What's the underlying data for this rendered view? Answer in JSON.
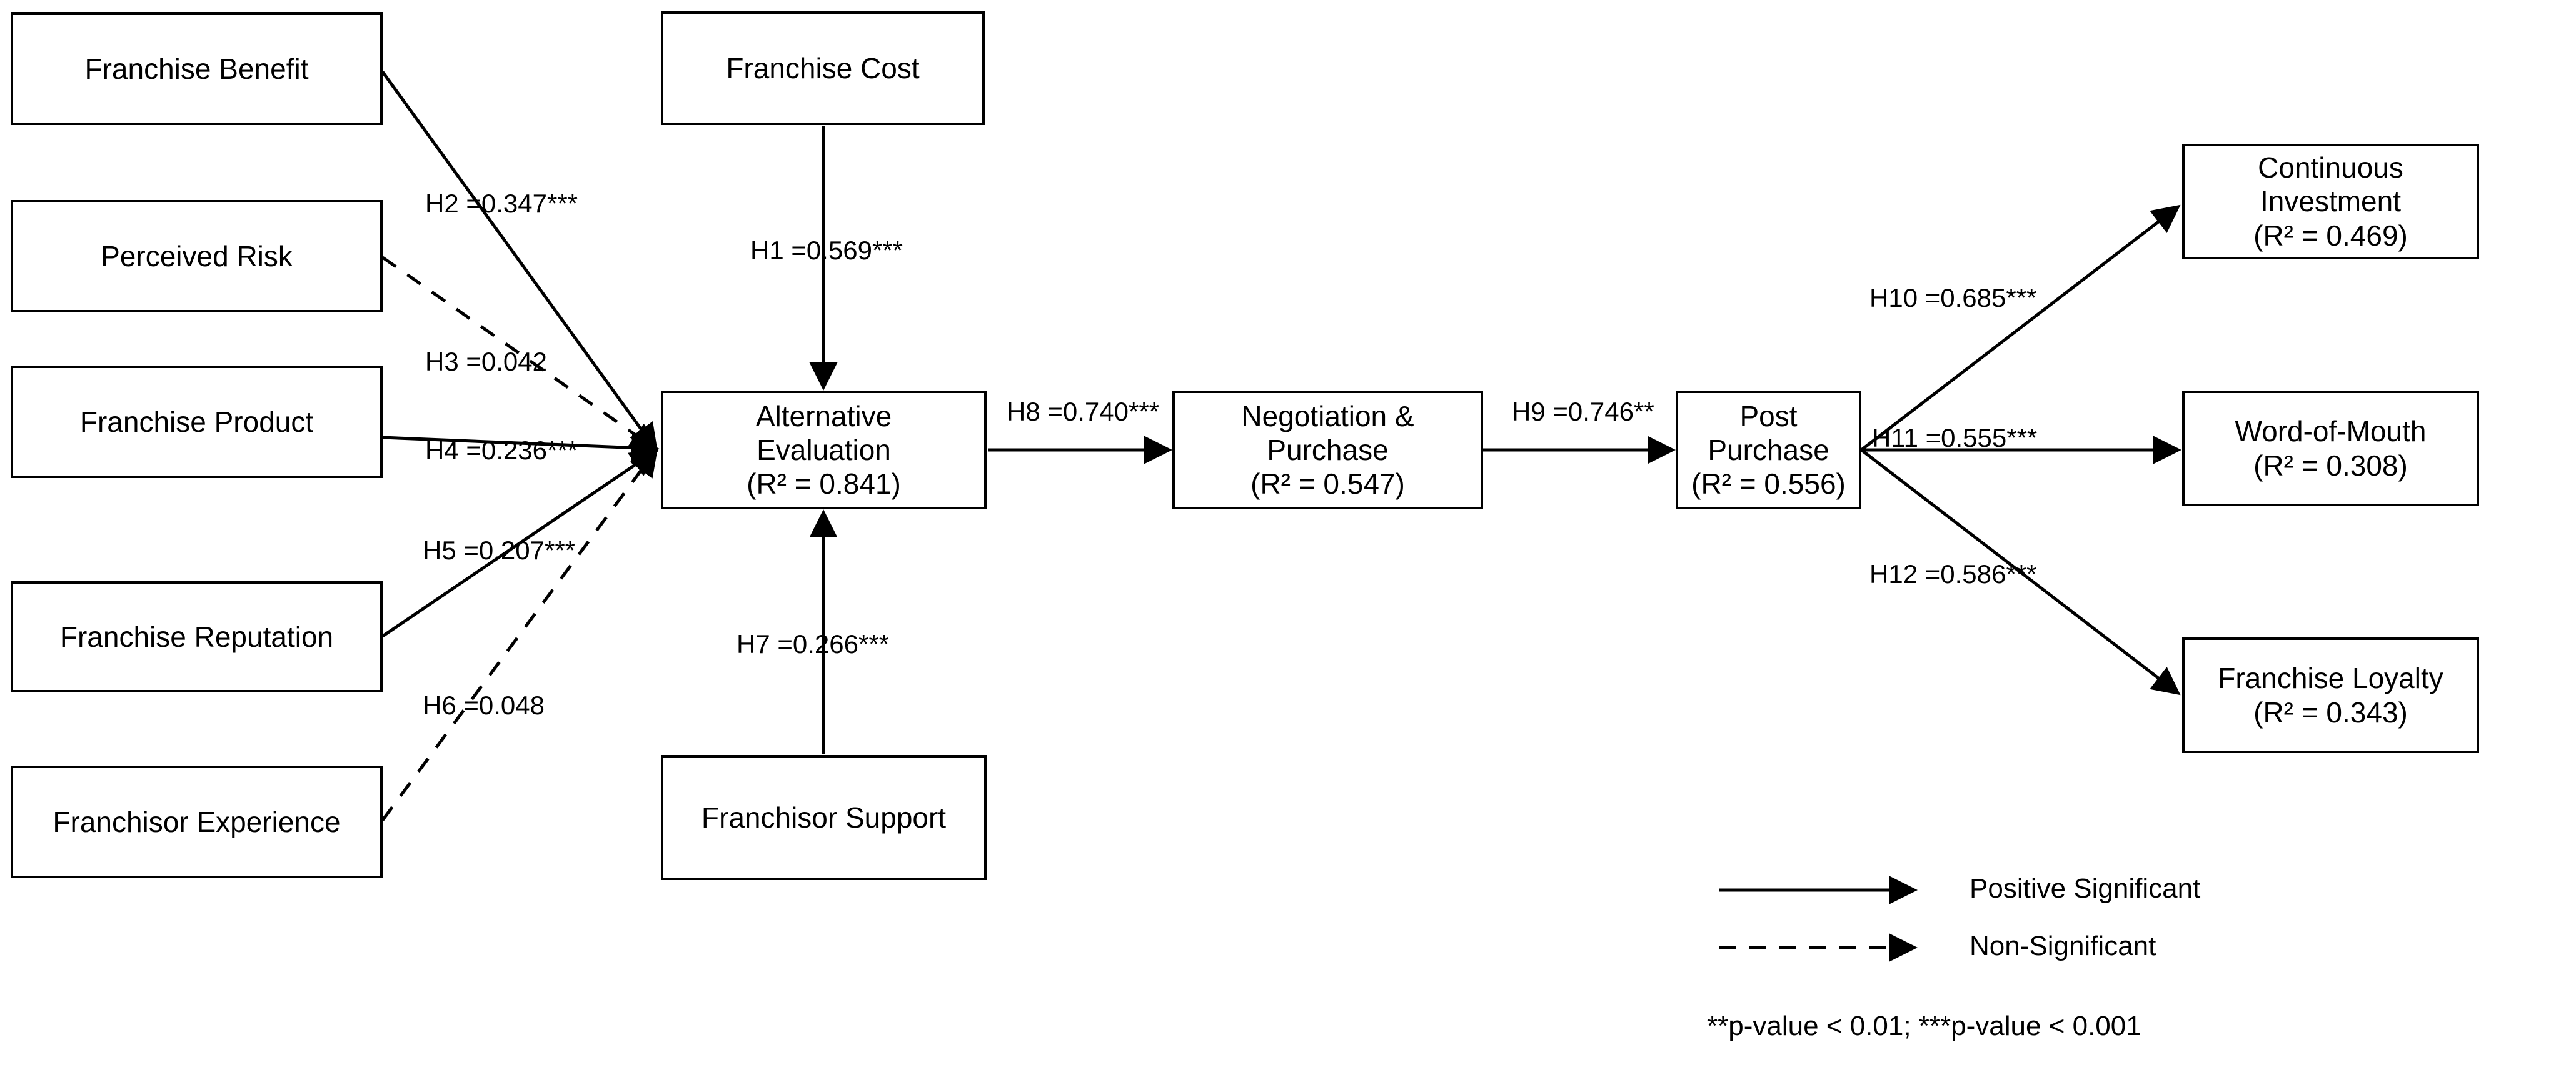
{
  "diagram": {
    "title": "Franchise Structural Model Path Diagram",
    "type": "path-diagram",
    "nodes": {
      "franchise_benefit": {
        "label": "Franchise Benefit"
      },
      "perceived_risk": {
        "label": "Perceived Risk"
      },
      "franchise_product": {
        "label": "Franchise Product"
      },
      "franchise_reputation": {
        "label": "Franchise Reputation"
      },
      "franchisor_experience": {
        "label": "Franchisor Experience"
      },
      "franchise_cost": {
        "label": "Franchise Cost"
      },
      "franchisor_support": {
        "label": "Franchisor Support"
      },
      "alternative_evaluation": {
        "line1": "Alternative",
        "line2": "Evaluation",
        "r2": "(R² = 0.841)"
      },
      "negotiation_purchase": {
        "line1": "Negotiation &",
        "line2": "Purchase",
        "r2": "(R² = 0.547)"
      },
      "post_purchase": {
        "line1": "Post Purchase",
        "line2": "",
        "r2": "(R² = 0.556)"
      },
      "continuous_investment": {
        "line1": "Continuous Investment",
        "line2": "",
        "r2": "(R² = 0.469)"
      },
      "word_of_mouth": {
        "line1": "Word-of-Mouth",
        "line2": "",
        "r2": "(R² = 0.308)"
      },
      "franchise_loyalty": {
        "line1": "Franchise Loyalty",
        "line2": "",
        "r2": "(R² = 0.343)"
      }
    },
    "paths": [
      {
        "id": "H1",
        "label": "H1 =0.569***",
        "from": "franchise_cost",
        "to": "alternative_evaluation",
        "coef": 0.569,
        "sig": "***",
        "style": "solid"
      },
      {
        "id": "H2",
        "label": "H2 =0.347***",
        "from": "franchise_benefit",
        "to": "alternative_evaluation",
        "coef": 0.347,
        "sig": "***",
        "style": "solid"
      },
      {
        "id": "H3",
        "label": "H3 =0.042",
        "from": "perceived_risk",
        "to": "alternative_evaluation",
        "coef": 0.042,
        "sig": "",
        "style": "dashed"
      },
      {
        "id": "H4",
        "label": "H4 =0.236***",
        "from": "franchise_product",
        "to": "alternative_evaluation",
        "coef": 0.236,
        "sig": "***",
        "style": "solid"
      },
      {
        "id": "H5",
        "label": "H5 =0.207***",
        "from": "franchise_reputation",
        "to": "alternative_evaluation",
        "coef": 0.207,
        "sig": "***",
        "style": "solid"
      },
      {
        "id": "H6",
        "label": "H6 =0.048",
        "from": "franchisor_experience",
        "to": "alternative_evaluation",
        "coef": 0.048,
        "sig": "",
        "style": "dashed"
      },
      {
        "id": "H7",
        "label": "H7 =0.266***",
        "from": "franchisor_support",
        "to": "alternative_evaluation",
        "coef": 0.266,
        "sig": "***",
        "style": "solid"
      },
      {
        "id": "H8",
        "label": "H8 =0.740***",
        "from": "alternative_evaluation",
        "to": "negotiation_purchase",
        "coef": 0.74,
        "sig": "***",
        "style": "solid"
      },
      {
        "id": "H9",
        "label": "H9 =0.746**",
        "from": "negotiation_purchase",
        "to": "post_purchase",
        "coef": 0.746,
        "sig": "**",
        "style": "solid"
      },
      {
        "id": "H10",
        "label": "H10 =0.685***",
        "from": "post_purchase",
        "to": "continuous_investment",
        "coef": 0.685,
        "sig": "***",
        "style": "solid"
      },
      {
        "id": "H11",
        "label": "H11 =0.555***",
        "from": "post_purchase",
        "to": "word_of_mouth",
        "coef": 0.555,
        "sig": "***",
        "style": "solid"
      },
      {
        "id": "H12",
        "label": "H12 =0.586***",
        "from": "post_purchase",
        "to": "franchise_loyalty",
        "coef": 0.586,
        "sig": "***",
        "style": "solid"
      }
    ],
    "legend": {
      "positive": "Positive Significant",
      "nonsig": "Non-Significant",
      "pnote": "**p-value < 0.01;  ***p-value < 0.001"
    },
    "colors": {
      "line": "#000000",
      "box_border": "#000000",
      "background": "#ffffff"
    }
  }
}
